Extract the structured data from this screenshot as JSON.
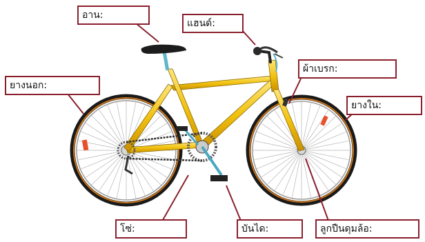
{
  "colors": {
    "frame": "#f2c20f",
    "tire": "#1a1a1a",
    "tire_stripe": "#c8741a",
    "label_border": "#8a1f2c",
    "leader_line": "#8a1f2c",
    "reflector": "#e8502a"
  },
  "labels": {
    "saddle": "อาน:",
    "handlebar": "แฮนด์:",
    "outer_tire": "ยางนอก:",
    "brake_pad": "ผ้าเบรก:",
    "inner_tube": "ยางใน:",
    "chain": "โซ่:",
    "pedal": "บันได:",
    "hub_bearing": "ลูกปืนดุมล้อ:"
  }
}
